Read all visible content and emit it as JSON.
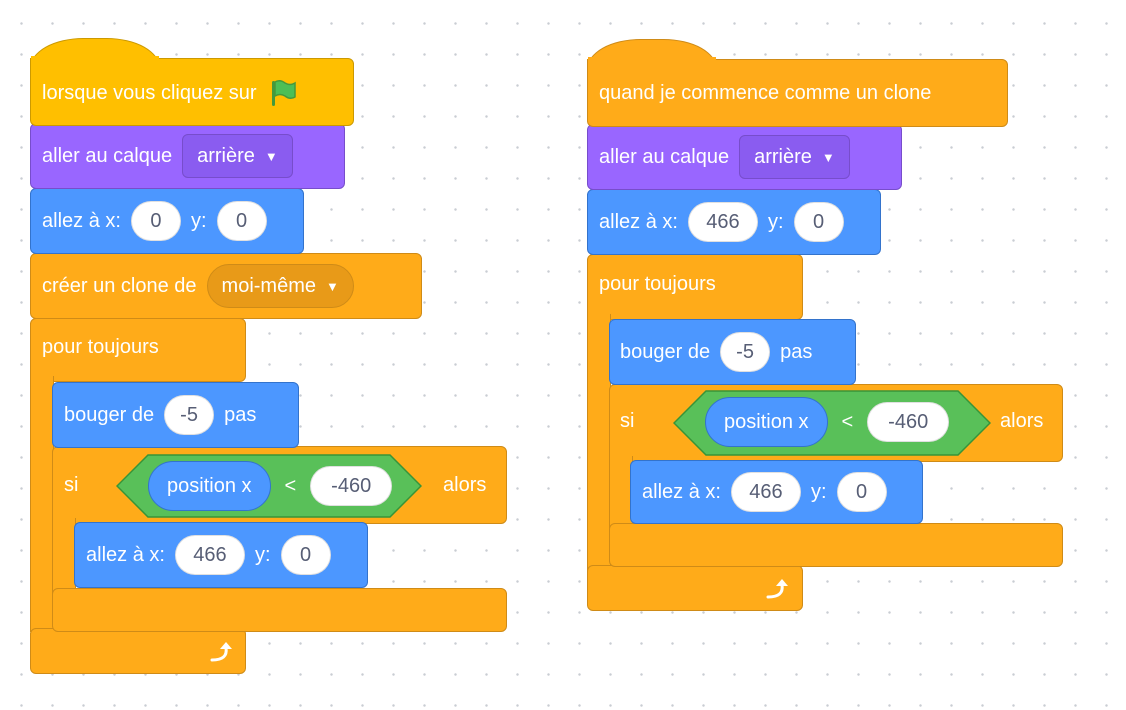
{
  "scripts": [
    {
      "hat_label": "lorsque vous cliquez sur",
      "hat_icon": "green-flag-icon",
      "layer": {
        "label": "aller au calque",
        "value": "arrière"
      },
      "goto": {
        "label_x": "allez à x:",
        "x": "0",
        "label_y": "y:",
        "y": "0"
      },
      "clone": {
        "label": "créer un clone de",
        "value": "moi-même"
      },
      "forever": {
        "label": "pour toujours"
      },
      "move": {
        "label": "bouger de",
        "value": "-5",
        "unit": "pas"
      },
      "if_block": {
        "label": "si",
        "condition": {
          "reporter": "position x",
          "op": "<",
          "value": "-460"
        },
        "then": "alors"
      },
      "inner_goto": {
        "label_x": "allez à x:",
        "x": "466",
        "label_y": "y:",
        "y": "0"
      }
    },
    {
      "hat_label": "quand je commence comme un clone",
      "layer": {
        "label": "aller au calque",
        "value": "arrière"
      },
      "goto": {
        "label_x": "allez à x:",
        "x": "466",
        "label_y": "y:",
        "y": "0"
      },
      "forever": {
        "label": "pour toujours"
      },
      "move": {
        "label": "bouger de",
        "value": "-5",
        "unit": "pas"
      },
      "if_block": {
        "label": "si",
        "condition": {
          "reporter": "position x",
          "op": "<",
          "value": "-460"
        },
        "then": "alors"
      },
      "inner_goto": {
        "label_x": "allez à x:",
        "x": "466",
        "label_y": "y:",
        "y": "0"
      }
    }
  ],
  "colors": {
    "events": "#FFBF00",
    "control": "#FFAB19",
    "looks": "#9966FF",
    "motion": "#4C97FF",
    "operators": "#59C059"
  }
}
